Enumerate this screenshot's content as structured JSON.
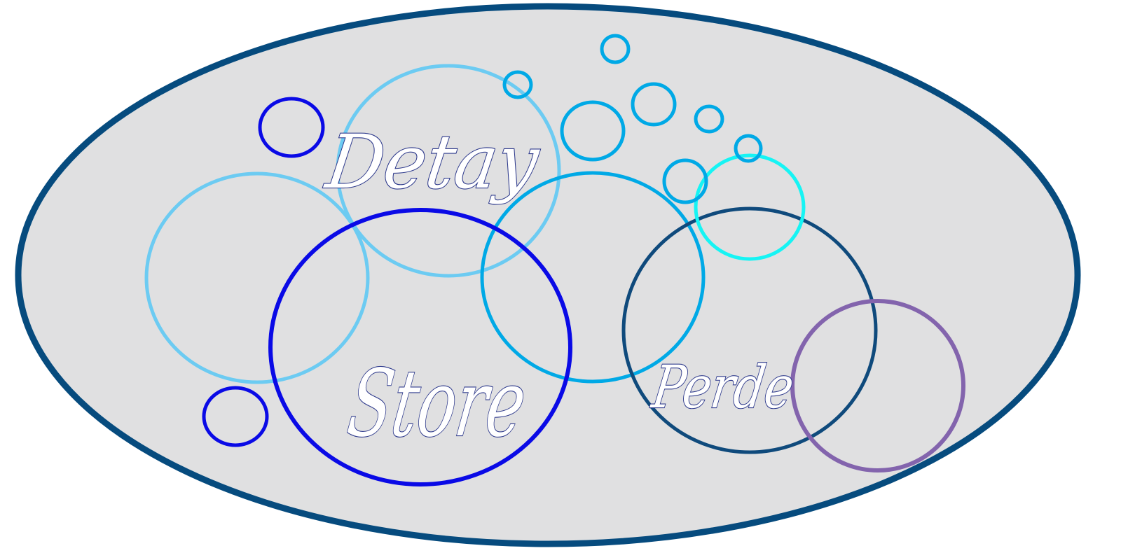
{
  "logo": {
    "words": {
      "top": "Detay",
      "bottom": "Store",
      "right": "Perde"
    },
    "colors": {
      "background": "#e0e0e1",
      "ellipse_outline": "#064b7e",
      "text": "#2e3a8c",
      "light_blue": "#6ccbf2",
      "sky_blue": "#00a9e6",
      "pure_blue": "#0a0ae6",
      "navy": "#0f4a7c",
      "cyan": "#16f4f4",
      "purple": "#8364ad"
    }
  }
}
